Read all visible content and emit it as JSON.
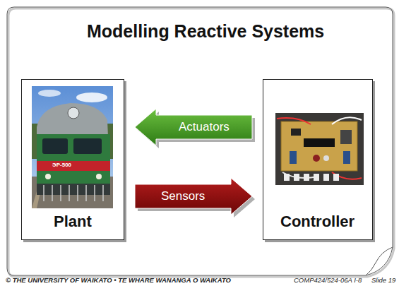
{
  "diagram": {
    "title": "Modelling Reactive Systems",
    "nodes": [
      {
        "text": [
          "Plant"
        ]
      },
      {
        "text": [
          "Controller"
        ]
      }
    ],
    "edges": [
      {
        "from": 1,
        "to": 0,
        "label": "Actuators",
        "arrow": "to"
      },
      {
        "from": 0,
        "to": 1,
        "label": "Sensors",
        "arrow": "to"
      }
    ],
    "labels": [
      "ЭР-500",
      "© THE UNIVERSITY OF WAIKATO • TE WHARE WANANGA O WAIKATO",
      "COMP424/524-06A I-8",
      "Slide 19"
    ]
  }
}
